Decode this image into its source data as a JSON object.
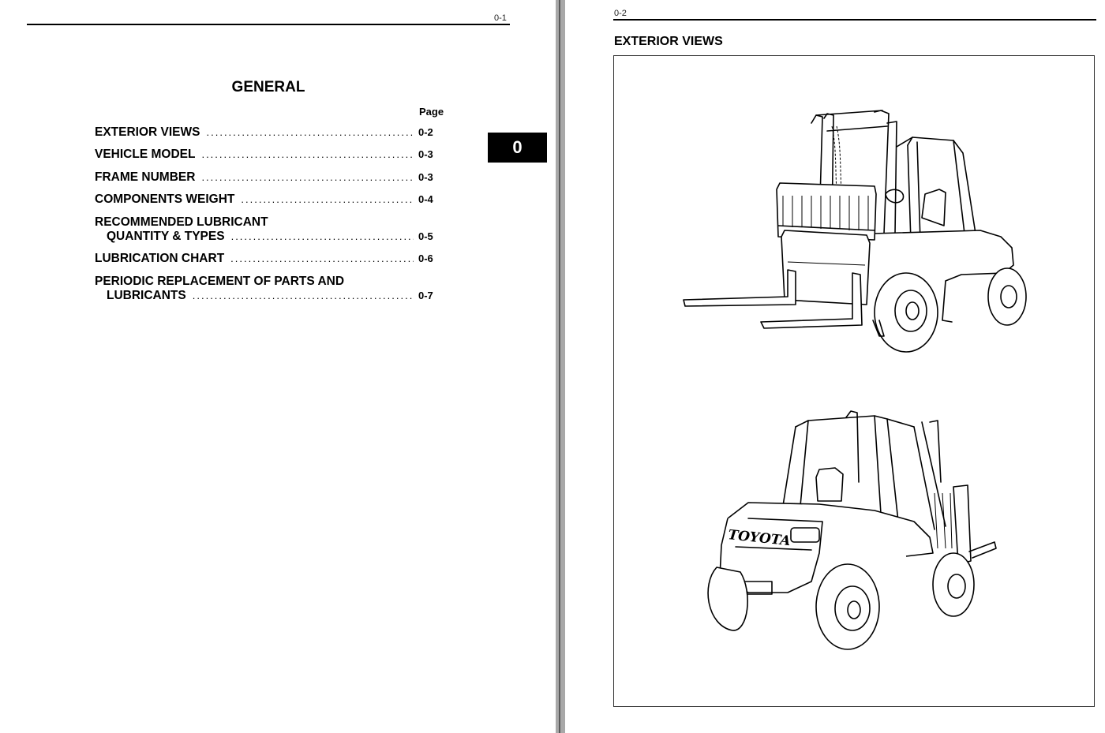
{
  "left_page": {
    "top_page_number": "0-1",
    "title": "GENERAL",
    "page_column_label": "Page",
    "tab_label": "0",
    "toc": [
      {
        "lines": [
          "EXTERIOR VIEWS"
        ],
        "page": "0-2"
      },
      {
        "lines": [
          "VEHICLE MODEL"
        ],
        "page": "0-3"
      },
      {
        "lines": [
          "FRAME NUMBER"
        ],
        "page": "0-3"
      },
      {
        "lines": [
          "COMPONENTS WEIGHT"
        ],
        "page": "0-4"
      },
      {
        "lines": [
          "RECOMMENDED LUBRICANT",
          "QUANTITY & TYPES"
        ],
        "page": "0-5"
      },
      {
        "lines": [
          "LUBRICATION CHART"
        ],
        "page": "0-6"
      },
      {
        "lines": [
          "PERIODIC REPLACEMENT OF PARTS AND",
          "LUBRICANTS"
        ],
        "page": "0-7"
      }
    ]
  },
  "right_page": {
    "top_page_number": "0-2",
    "section_title": "EXTERIOR VIEWS",
    "illustrations": [
      {
        "name": "forklift-front-view"
      },
      {
        "name": "forklift-rear-view",
        "brand_text": "TOYOTA"
      }
    ]
  }
}
